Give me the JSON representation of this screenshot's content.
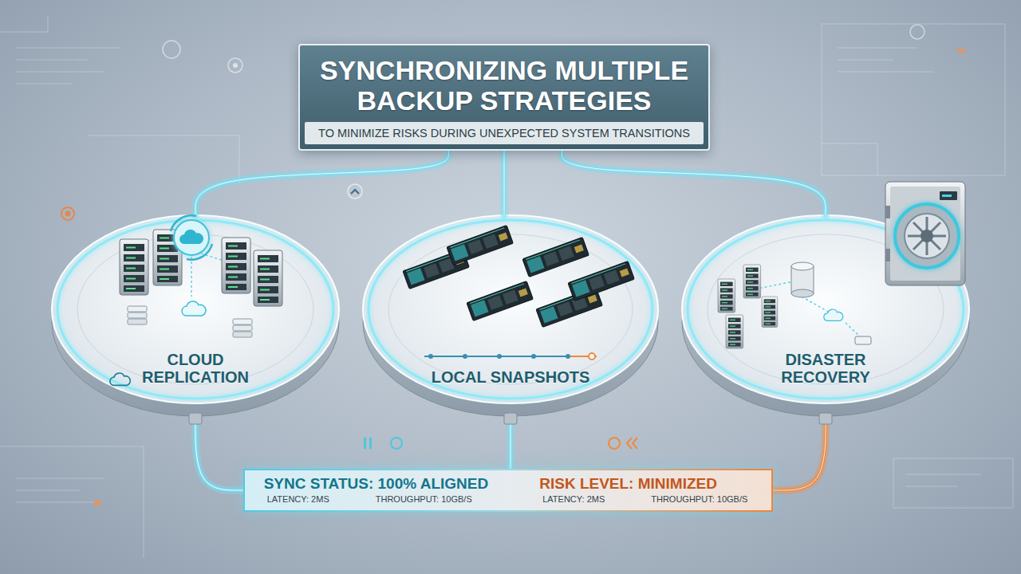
{
  "diagram": {
    "nodes": [
      {
        "text": [
          "SYNCHRONIZING MULTIPLE BACKUP STRATEGIES",
          "TO MINIMIZE RISKS DURING UNEXPECTED SYSTEM TRANSITIONS"
        ]
      },
      {
        "text": [
          "CLOUD REPLICATION"
        ]
      },
      {
        "text": [
          "LOCAL SNAPSHOTS"
        ]
      },
      {
        "text": [
          "DISASTER RECOVERY"
        ]
      },
      {
        "text": [
          "SYNC STATUS: 100% ALIGNED",
          "LATENCY: 2MS",
          "THROUGHPUT: 10GB/S",
          "RISK LEVEL: MINIMIZED",
          "LATENCY: 2MS",
          "THROUGHPUT: 10GB/S"
        ]
      }
    ],
    "edges": [
      {
        "from": 0,
        "to": 1,
        "arrow": "none"
      },
      {
        "from": 0,
        "to": 2,
        "arrow": "none"
      },
      {
        "from": 0,
        "to": 3,
        "arrow": "none"
      },
      {
        "from": 1,
        "to": 4,
        "arrow": "none"
      },
      {
        "from": 2,
        "to": 4,
        "arrow": "none"
      },
      {
        "from": 3,
        "to": 4,
        "arrow": "none"
      }
    ]
  }
}
